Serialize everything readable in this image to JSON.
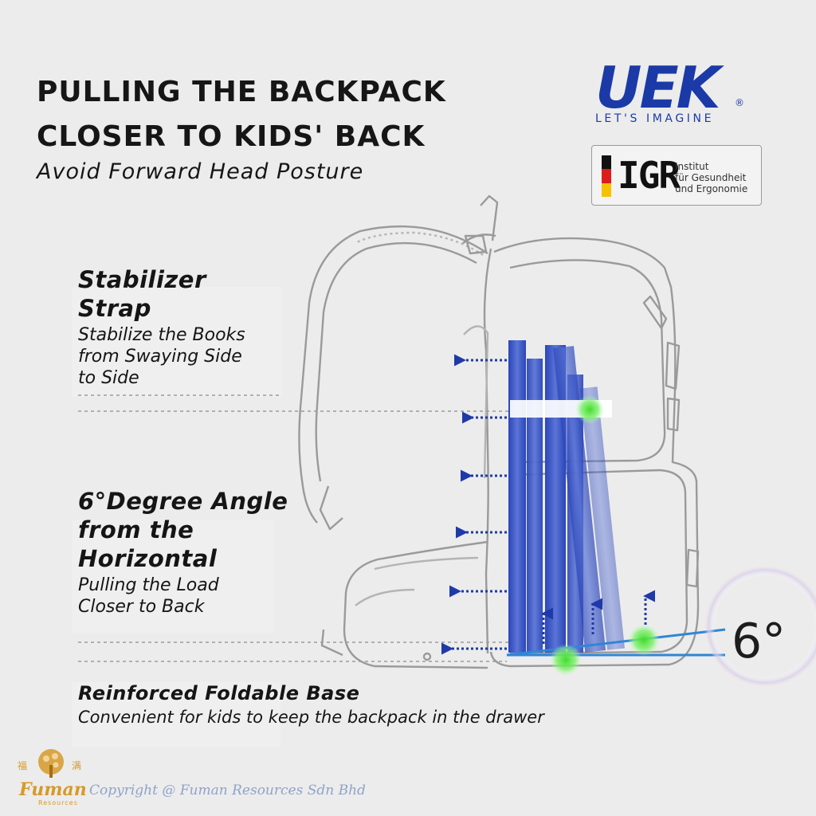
{
  "header": {
    "title_line1": "PULLING THE BACKPACK",
    "title_line2": "CLOSER TO KIDS' BACK",
    "subtitle": "Avoid Forward Head Posture"
  },
  "brand": {
    "name": "UEK",
    "registered": "®",
    "tagline": "LET'S IMAGINE",
    "color": "#1b3aa8"
  },
  "certification": {
    "abbr": "IGR",
    "line1": "Institut",
    "line2": "für Gesundheit",
    "line3": "und Ergonomie",
    "flag_colors": [
      "#111111",
      "#dd1c1c",
      "#f5c200"
    ]
  },
  "callouts": [
    {
      "title_lines": [
        "Stabilizer",
        "Strap"
      ],
      "desc_lines": [
        "Stabilize the Books",
        "from Swaying Side",
        "to Side"
      ]
    },
    {
      "title_lines": [
        "6°Degree Angle",
        "from the",
        "Horizontal"
      ],
      "desc_lines": [
        "Pulling the Load",
        "Closer to  Back"
      ]
    },
    {
      "title_lines": [
        "Reinforced Foldable Base"
      ],
      "desc_lines": [
        "Convenient for kids to keep the backpack in the drawer"
      ]
    }
  ],
  "angle_label": "6°",
  "footer": {
    "logo_char_left": "福",
    "logo_char_right": "满",
    "logo_name": "Fuman",
    "logo_sub": "Resources",
    "copyright": "Copyright @ Fuman Resources Sdn Bhd",
    "accent": "#d69a2a"
  },
  "colors": {
    "book_blue": "#3b56c4",
    "arrow_blue": "#1e3aa8",
    "green_dot": "#4fe03c",
    "angle_line": "#2f86d6"
  }
}
